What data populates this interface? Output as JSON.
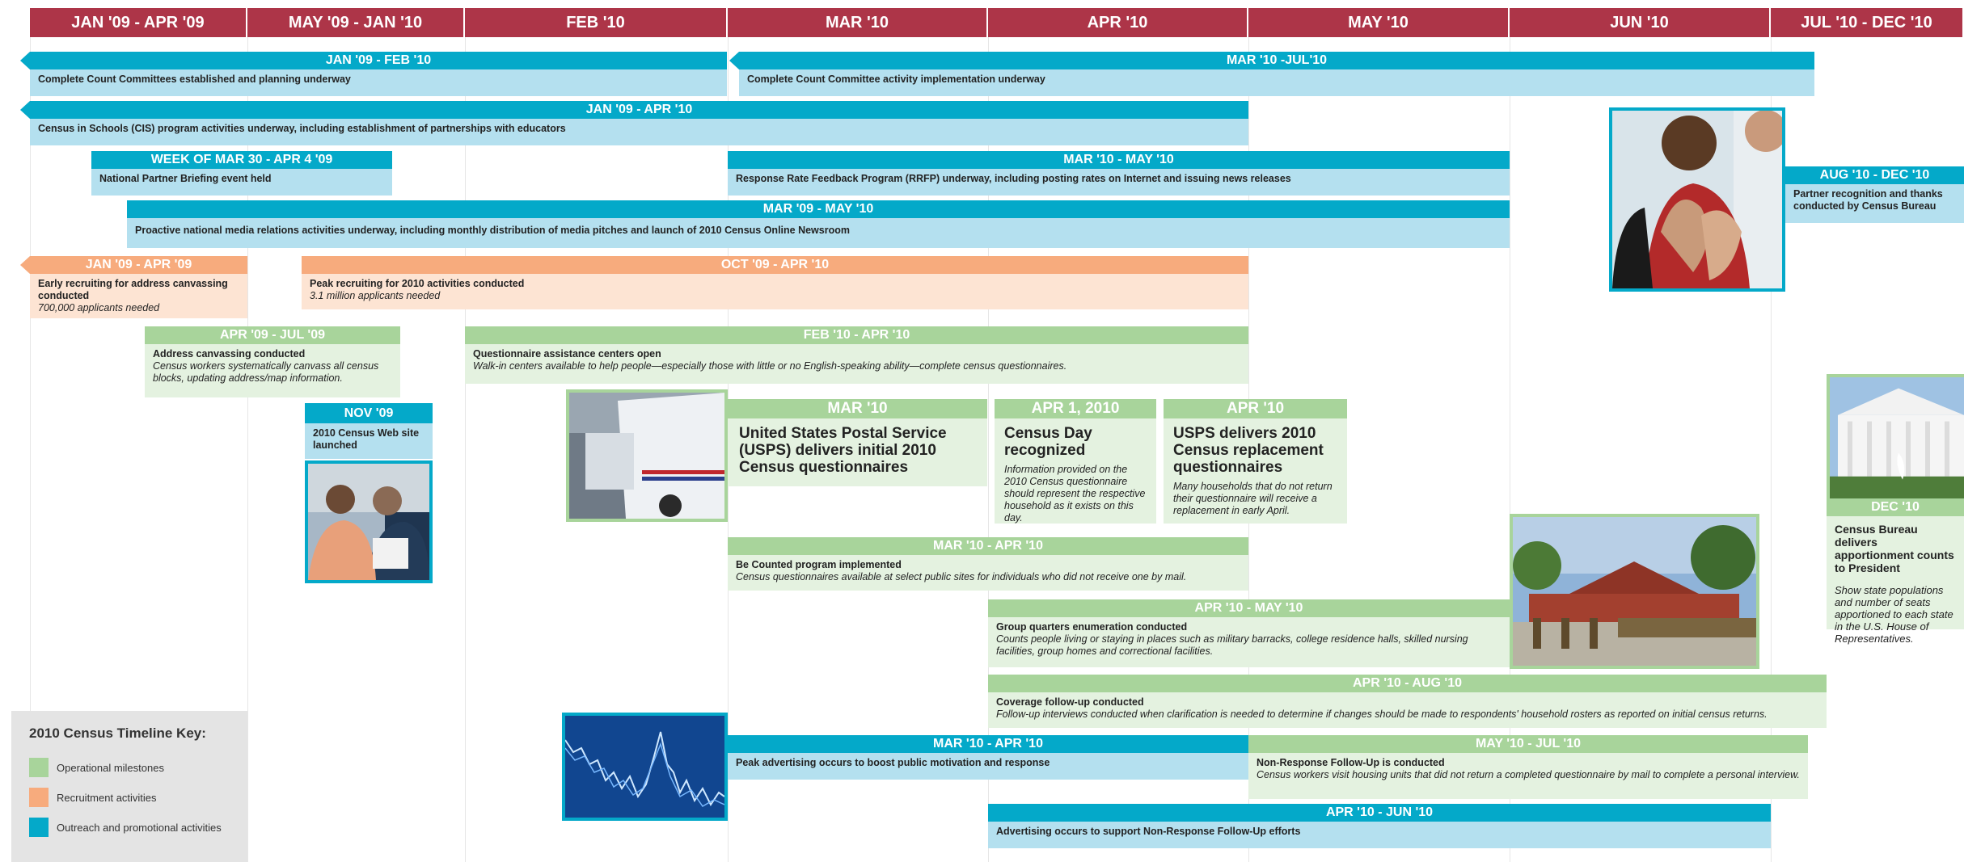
{
  "headers": [
    "JAN '09 - APR '09",
    "MAY '09 - JAN '10",
    "FEB '10",
    "MAR '10",
    "APR '10",
    "MAY '10",
    "JUN '10",
    "JUL '10 - DEC '10"
  ],
  "colors": {
    "header": "#ad3548",
    "outreach": "#04a9c9",
    "recruitment": "#f7ab7d",
    "operational": "#a8d49b"
  },
  "bars": {
    "ccc1": {
      "date": "JAN '09 - FEB '10",
      "title": "Complete Count Committees established and planning underway"
    },
    "ccc2": {
      "date": "MAR '10 -JUL'10",
      "title": "Complete Count Committee activity implementation underway"
    },
    "cis": {
      "date": "JAN '09 - APR '10",
      "title": "Census in Schools (CIS) program activities underway, including establishment of partnerships with educators"
    },
    "npb": {
      "date": "WEEK OF MAR 30 - APR 4 '09",
      "title": "National Partner Briefing event held"
    },
    "rrfp": {
      "date": "MAR '10 - MAY '10",
      "title": "Response Rate Feedback Program (RRFP) underway, including posting rates on Internet and issuing news releases"
    },
    "media": {
      "date": "MAR '09 - MAY '10",
      "title": "Proactive national media relations activities underway, including monthly distribution of media pitches and launch of 2010 Census Online Newsroom"
    },
    "partner": {
      "date": "AUG '10 - DEC '10",
      "title": "Partner recognition and thanks conducted by Census Bureau"
    },
    "early_recruit": {
      "date": "JAN '09 - APR '09",
      "title": "Early recruiting for address canvassing conducted",
      "desc": "700,000 applicants needed"
    },
    "peak_recruit": {
      "date": "OCT '09 - APR '10",
      "title": "Peak recruiting for 2010 activities conducted",
      "desc": "3.1 million applicants needed"
    },
    "addr_canvass": {
      "date": "APR '09 - JUL '09",
      "title": "Address canvassing conducted",
      "desc": "Census workers systematically canvass all census blocks, updating address/map information."
    },
    "qac": {
      "date": "FEB '10 - APR '10",
      "title": "Questionnaire assistance centers open",
      "desc": "Walk-in centers available to help people—especially those with little or no English-speaking ability—complete census questionnaires."
    },
    "website": {
      "date": "NOV '09",
      "title": "2010 Census Web site launched"
    },
    "usps1": {
      "date": "MAR '10",
      "title": "United States Postal Service (USPS) delivers initial 2010 Census questionnaires"
    },
    "census_day": {
      "date": "APR 1, 2010",
      "title": "Census Day recognized",
      "desc": "Information provided on the 2010 Census questionnaire should represent the respective household as it exists on this day."
    },
    "usps2": {
      "date": "APR '10",
      "title": "USPS delivers 2010 Census replacement questionnaires",
      "desc": "Many households that do not return their questionnaire will receive a replacement in early April."
    },
    "be_counted": {
      "date": "MAR '10 - APR '10",
      "title": "Be Counted program implemented",
      "desc": "Census questionnaires available at select public sites for individuals who did not receive one by mail."
    },
    "gq": {
      "date": "APR '10 - MAY '10",
      "title": "Group quarters enumeration conducted",
      "desc": "Counts people living or staying in places such as military barracks, college residence halls, skilled nursing facilities, group homes and correctional facilities."
    },
    "cfu": {
      "date": "APR '10 - AUG '10",
      "title": "Coverage follow-up conducted",
      "desc": "Follow-up interviews conducted when clarification is needed to determine if changes should be made to respondents' household rosters as reported on initial census returns."
    },
    "peak_adv": {
      "date": "MAR '10 - APR '10",
      "title": "Peak advertising occurs to boost public motivation and response"
    },
    "nrfu": {
      "date": "MAY '10 - JUL '10",
      "title": "Non-Response Follow-Up is conducted",
      "desc": "Census workers visit housing units that did not return a completed questionnaire by mail to complete a personal interview."
    },
    "adv_nrfu": {
      "date": "APR '10 - JUN '10",
      "title": "Advertising occurs to support Non-Response Follow-Up efforts"
    },
    "apportion": {
      "date": "DEC '10",
      "title": "Census Bureau delivers apportionment counts to President",
      "desc": "Show state populations and number of seats apportioned to each state in the U.S. House of Representatives."
    }
  },
  "key": {
    "title": "2010 Census Timeline Key:",
    "items": [
      {
        "label": "Operational milestones",
        "color": "#a8d49b"
      },
      {
        "label": "Recruitment activities",
        "color": "#f7ab7d"
      },
      {
        "label": "Outreach and promotional activities",
        "color": "#04a9c9"
      }
    ]
  },
  "photos": [
    "applause-photo",
    "white-house-photo",
    "mail-truck-photo",
    "computer-users-photo",
    "marines-photo",
    "stock-chart-photo"
  ]
}
